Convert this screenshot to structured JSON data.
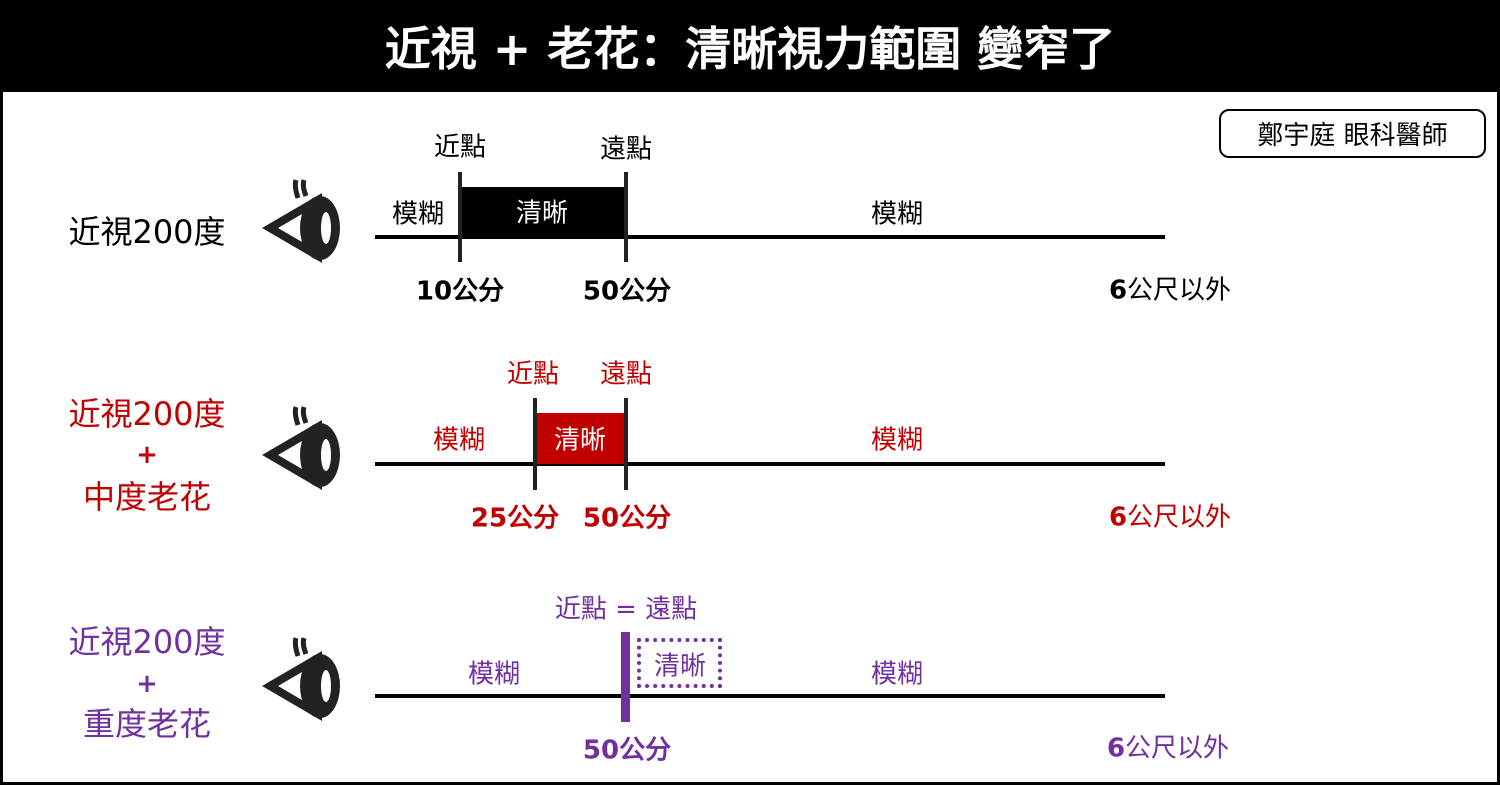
{
  "title": "近視 + 老花：清晰視力範圍 變窄了",
  "author": "鄭宇庭 眼科醫師",
  "colors": {
    "row1": "#000000",
    "row2": "#c00000",
    "row3": "#7030a0"
  },
  "rows": [
    {
      "label": [
        "近視200度"
      ],
      "near_label": "近點",
      "far_label": "遠點",
      "blur_left": "模糊",
      "clear": "清晰",
      "blur_right": "模糊",
      "near_dist": "10公分",
      "far_dist": "50公分",
      "far_num": "6",
      "far_unit": "公尺以外"
    },
    {
      "label": [
        "近視200度",
        "+",
        "中度老花"
      ],
      "near_label": "近點",
      "far_label": "遠點",
      "blur_left": "模糊",
      "clear": "清晰",
      "blur_right": "模糊",
      "near_dist": "25公分",
      "far_dist": "50公分",
      "far_num": "6",
      "far_unit": "公尺以外"
    },
    {
      "label": [
        "近視200度",
        "+",
        "重度老花"
      ],
      "point_label": "近點 = 遠點",
      "blur_left": "模糊",
      "clear": "清晰",
      "blur_right": "模糊",
      "far_dist": "50公分",
      "far_num": "6",
      "far_unit": "公尺以外"
    }
  ]
}
